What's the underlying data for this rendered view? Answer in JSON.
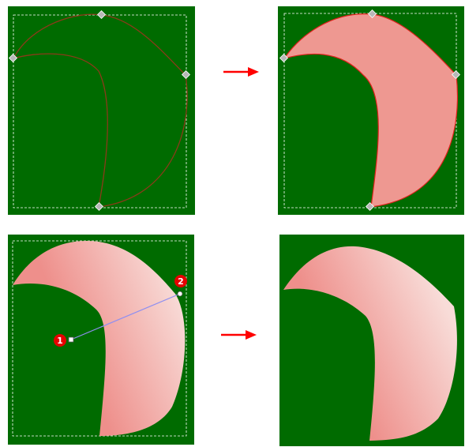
{
  "colors": {
    "canvas_green": "#006b00",
    "shape_fill": "#ee9891",
    "shape_stroke_red": "#e0211c",
    "outline_brown": "#8b3a1a",
    "handle_gray": "#b8b8b8",
    "selection_dash": "#ffffff",
    "arrow_red": "#ff0000",
    "gradient_start": "#ee8f8b",
    "gradient_end": "#f8dcd8",
    "gradient_line": "#8f8ff0",
    "marker_red": "#e60000"
  },
  "steps": [
    {
      "id": "outline",
      "description_icon": "bezier-outline-with-nodes"
    },
    {
      "id": "filled",
      "description_icon": "filled-shape-with-nodes"
    },
    {
      "id": "gradient-edit",
      "description_icon": "gradient-tool-with-handles"
    },
    {
      "id": "gradient-result",
      "description_icon": "gradient-filled-shape"
    }
  ],
  "arrows": [
    {
      "icon": "right-arrow-icon"
    },
    {
      "icon": "right-arrow-icon"
    }
  ],
  "gradient_markers": [
    {
      "label": "1"
    },
    {
      "label": "2"
    }
  ]
}
